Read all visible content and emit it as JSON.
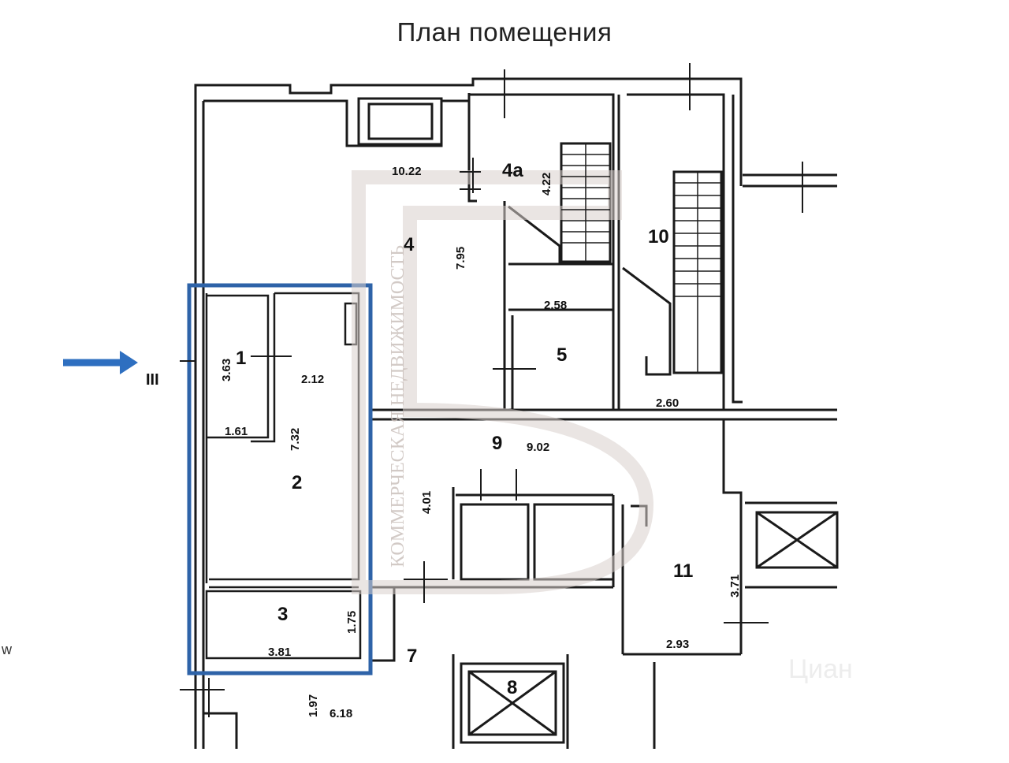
{
  "title": "План помещения",
  "axis_mark": "III",
  "edge_text": "w",
  "watermark": {
    "text": "КОММЕРЧЕСКАЯ НЕДВИЖИМОСТЬ",
    "logo_letter": "Б",
    "faint_brand": "Циан"
  },
  "rooms": [
    {
      "id": "room-1",
      "label": "1"
    },
    {
      "id": "room-2",
      "label": "2"
    },
    {
      "id": "room-3",
      "label": "3"
    },
    {
      "id": "room-4",
      "label": "4"
    },
    {
      "id": "room-4a",
      "label": "4а"
    },
    {
      "id": "room-5",
      "label": "5"
    },
    {
      "id": "room-7",
      "label": "7"
    },
    {
      "id": "room-8",
      "label": "8"
    },
    {
      "id": "room-9",
      "label": "9"
    },
    {
      "id": "room-10",
      "label": "10"
    },
    {
      "id": "room-11",
      "label": "11"
    }
  ],
  "dimensions": {
    "d_10_22": "10.22",
    "d_4_22": "4.22",
    "d_7_95": "7.95",
    "d_2_58": "2.58",
    "d_2_60": "2.60",
    "d_3_63": "3.63",
    "d_2_12": "2.12",
    "d_1_61": "1.61",
    "d_7_32": "7.32",
    "d_9_02": "9.02",
    "d_4_01": "4.01",
    "d_3_71": "3.71",
    "d_2_93": "2.93",
    "d_1_75": "1.75",
    "d_3_81": "3.81",
    "d_1_97": "1.97",
    "d_6_18": "6.18"
  },
  "colors": {
    "highlight": "#2e63a8",
    "arrow": "#2e6fc0",
    "wall": "#1a1a1a",
    "watermark": "#d8d0cc"
  }
}
